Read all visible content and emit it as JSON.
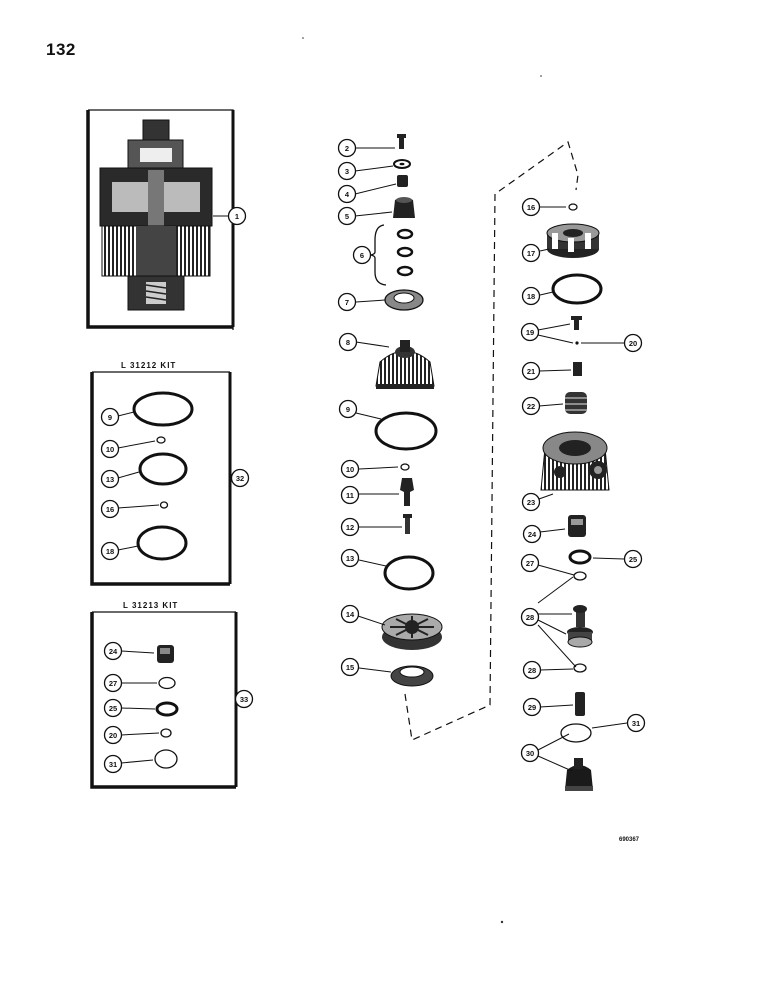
{
  "page": {
    "number": "132",
    "figure_code": "690367"
  },
  "kits": [
    {
      "label": "L 31212 KIT",
      "callout": "32"
    },
    {
      "label": "L 31213 KIT",
      "callout": "33"
    }
  ],
  "assembly_callout": "1",
  "callouts": {
    "c1": "1",
    "c2": "2",
    "c3": "3",
    "c4": "4",
    "c5": "5",
    "c6": "6",
    "c7": "7",
    "c8": "8",
    "c9": "9",
    "c10": "10",
    "c11": "11",
    "c12": "12",
    "c13": "13",
    "c14": "14",
    "c15": "15",
    "c16": "16",
    "c17": "17",
    "c18": "18",
    "c19": "19",
    "c20": "20",
    "c21": "21",
    "c22": "22",
    "c23": "23",
    "c24": "24",
    "c25": "25",
    "c27": "27",
    "c28": "28",
    "c29": "29",
    "c30": "30",
    "c31": "31",
    "c32": "32",
    "c33": "33"
  }
}
